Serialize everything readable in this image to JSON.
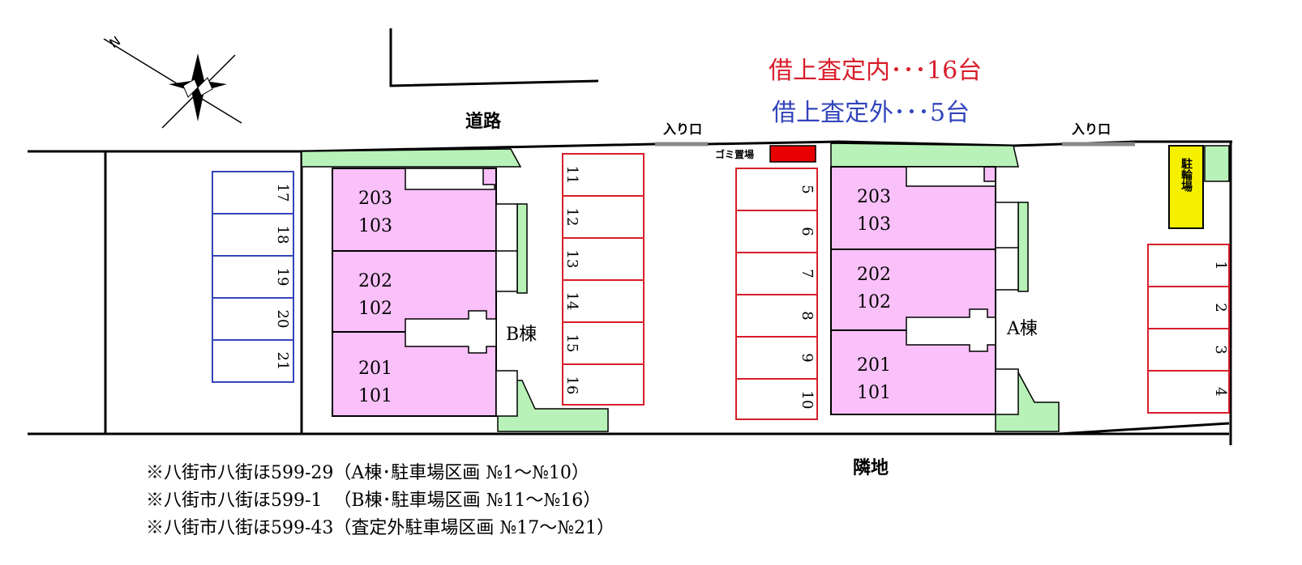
{
  "colors": {
    "inside": "#d81e2b",
    "outside": "#3344bb",
    "building": "#f9c0f9",
    "green": "#b8f2b8",
    "bike": "#f5f000",
    "garbage": "#e80000",
    "road_gray": "#888888"
  },
  "legend": {
    "inside_label": "借上査定内･･･16台",
    "outside_label": "借上査定外･･･5台"
  },
  "map": {
    "road": "道路",
    "entrance_1": "入り口",
    "entrance_2": "入り口",
    "garbage": "ゴミ置場",
    "bicycle": "駐輪場",
    "neighbor": "隣地",
    "building_b": "B棟",
    "building_a": "A棟",
    "compass": "N"
  },
  "rooms_b": [
    "203",
    "103",
    "202",
    "102",
    "201",
    "101"
  ],
  "rooms_a": [
    "203",
    "103",
    "202",
    "102",
    "201",
    "101"
  ],
  "spaces": {
    "outside": [
      "17",
      "18",
      "19",
      "20",
      "21"
    ],
    "inside_b": [
      "11",
      "12",
      "13",
      "14",
      "15",
      "16"
    ],
    "inside_a_mid": [
      "5",
      "6",
      "7",
      "8",
      "9",
      "10"
    ],
    "inside_a_right": [
      "1",
      "2",
      "3",
      "4"
    ]
  },
  "notes": [
    "※八街市八街ほ599-29（A棟･駐車場区画 №1～№10）",
    "※八街市八街ほ599-1  （B棟･駐車場区画 №11～№16）",
    "※八街市八街ほ599-43（査定外駐車場区画 №17～№21）"
  ]
}
